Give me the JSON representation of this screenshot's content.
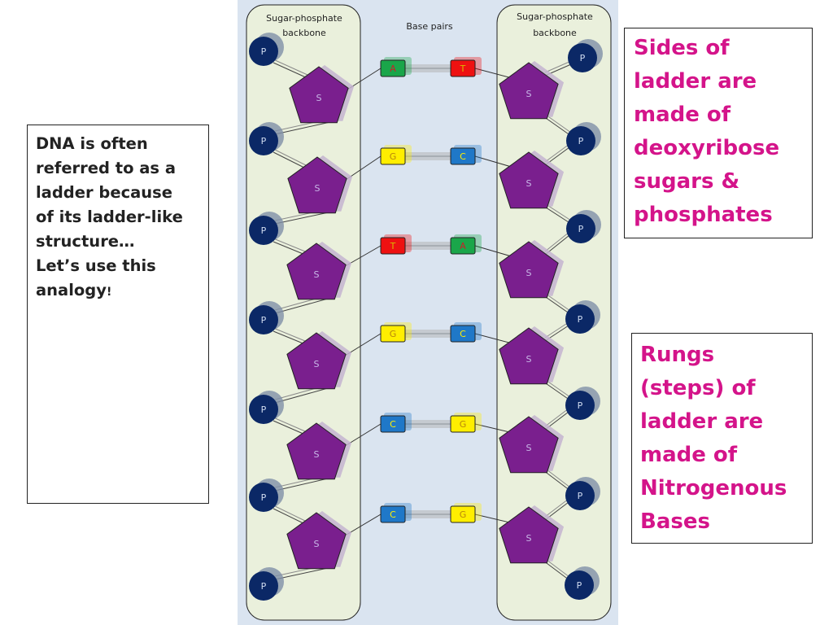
{
  "left_box": {
    "lines": [
      "DNA is often",
      "referred to as a",
      "ladder because",
      "of its ladder-like",
      "structure…",
      "Let’s use this"
    ],
    "last_line": "analogy",
    "last_mark": "!"
  },
  "right_top": {
    "lines": [
      "Sides of",
      "ladder are",
      "made of",
      "deoxyribose",
      "sugars &",
      "phosphates"
    ]
  },
  "right_bottom": {
    "lines": [
      "Rungs",
      "(steps) of",
      "ladder are",
      "made of",
      "Nitrogenous",
      "Bases"
    ]
  },
  "diagram": {
    "left_header": [
      "Sugar-phosphate",
      "backbone"
    ],
    "center_header": "Base pairs",
    "right_header": [
      "Sugar-phosphate",
      "backbone"
    ],
    "phosphate_label": "P",
    "sugar_label": "S",
    "base_pairs": [
      {
        "left": "A",
        "right": "T"
      },
      {
        "left": "G",
        "right": "C"
      },
      {
        "left": "T",
        "right": "A"
      },
      {
        "left": "G",
        "right": "C"
      },
      {
        "left": "C",
        "right": "G"
      },
      {
        "left": "C",
        "right": "G"
      }
    ],
    "colors": {
      "A": "#1aa64a",
      "T": "#ee1111",
      "G": "#ffee00",
      "C": "#1f78c8",
      "phosphate": "#0b2866",
      "sugar": "#7a1f8e",
      "backbone_panel": "#eaf0dc",
      "diagram_bg": "#dae4f0",
      "magenta_text": "#d4148a"
    }
  }
}
